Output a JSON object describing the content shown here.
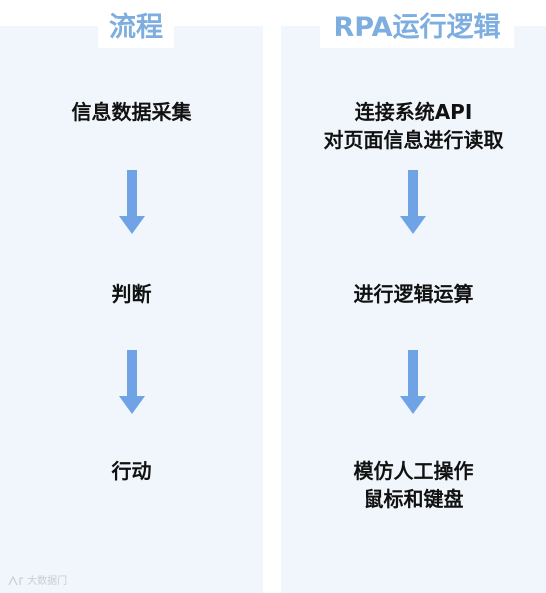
{
  "left_column": {
    "title": "流程",
    "steps": [
      {
        "lines": [
          "信息数据采集"
        ]
      },
      {
        "lines": [
          "判断"
        ]
      },
      {
        "lines": [
          "行动"
        ]
      }
    ]
  },
  "right_column": {
    "title": "RPA运行逻辑",
    "steps": [
      {
        "lines": [
          "连接系统API",
          "对页面信息进行读取"
        ]
      },
      {
        "lines": [
          "进行逻辑运算"
        ]
      },
      {
        "lines": [
          "模仿人工操作",
          "鼠标和键盘"
        ]
      }
    ]
  },
  "colors": {
    "panel_background": "#f0f6fb",
    "header_text": "#7eaee0",
    "arrow": "#6fa3e6",
    "step_text": "#111111"
  },
  "icons": {
    "flow_arrow": "arrow-down-icon",
    "watermark_logo": "watermark-logo-icon"
  },
  "watermark": {
    "text": "大数据门"
  }
}
